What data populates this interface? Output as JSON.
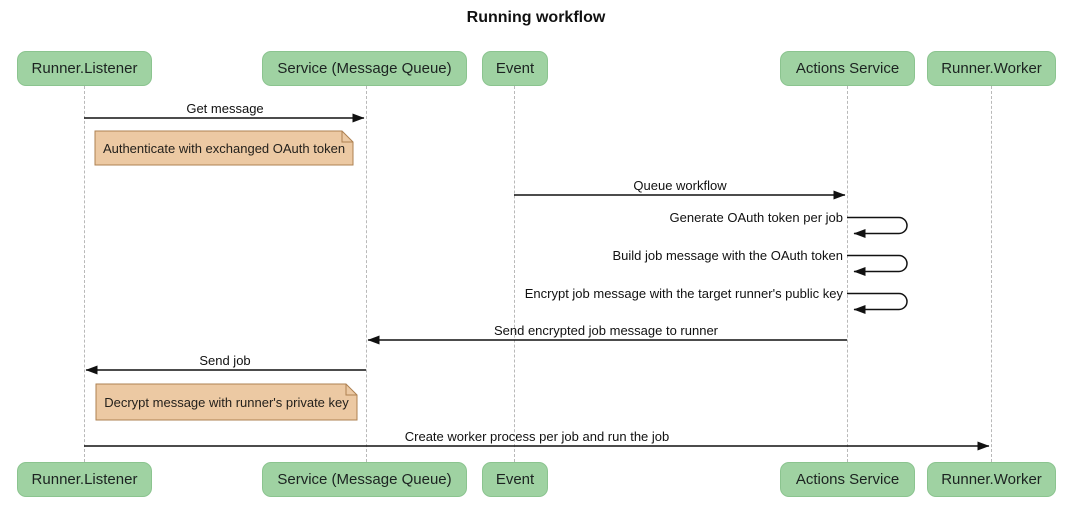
{
  "title": "Running workflow",
  "colors": {
    "actor_fill": "#9fd2a2",
    "actor_border": "#8bc48f",
    "note_fill": "#ecc9a3",
    "note_border": "#ae8152",
    "lifeline": "#b9b9b9",
    "arrow": "#111111"
  },
  "participants": [
    {
      "id": "runner-listener",
      "label": "Runner.Listener"
    },
    {
      "id": "service-message-queue",
      "label": "Service (Message Queue)"
    },
    {
      "id": "event",
      "label": "Event"
    },
    {
      "id": "actions-service",
      "label": "Actions Service"
    },
    {
      "id": "runner-worker",
      "label": "Runner.Worker"
    }
  ],
  "messages": [
    {
      "label": "Get message",
      "from": "Runner.Listener",
      "to": "Service (Message Queue)",
      "type": "solid-arrow"
    },
    {
      "label": "Queue workflow",
      "from": "Event",
      "to": "Actions Service",
      "type": "solid-arrow"
    },
    {
      "label": "Generate OAuth token per job",
      "from": "Actions Service",
      "to": "Actions Service",
      "type": "self"
    },
    {
      "label": "Build job message with the OAuth token",
      "from": "Actions Service",
      "to": "Actions Service",
      "type": "self"
    },
    {
      "label": "Encrypt job message with the target runner's public key",
      "from": "Actions Service",
      "to": "Actions Service",
      "type": "self"
    },
    {
      "label": "Send encrypted job message to runner",
      "from": "Actions Service",
      "to": "Service (Message Queue)",
      "type": "solid-arrow"
    },
    {
      "label": "Send job",
      "from": "Service (Message Queue)",
      "to": "Runner.Listener",
      "type": "solid-arrow"
    },
    {
      "label": "Create worker process per job and run the job",
      "from": "Runner.Listener",
      "to": "Runner.Worker",
      "type": "solid-arrow"
    }
  ],
  "notes": [
    {
      "label": "Authenticate with exchanged OAuth token",
      "anchor": "Runner.Listener"
    },
    {
      "label": "Decrypt message with runner's private key",
      "anchor": "Runner.Listener"
    }
  ]
}
